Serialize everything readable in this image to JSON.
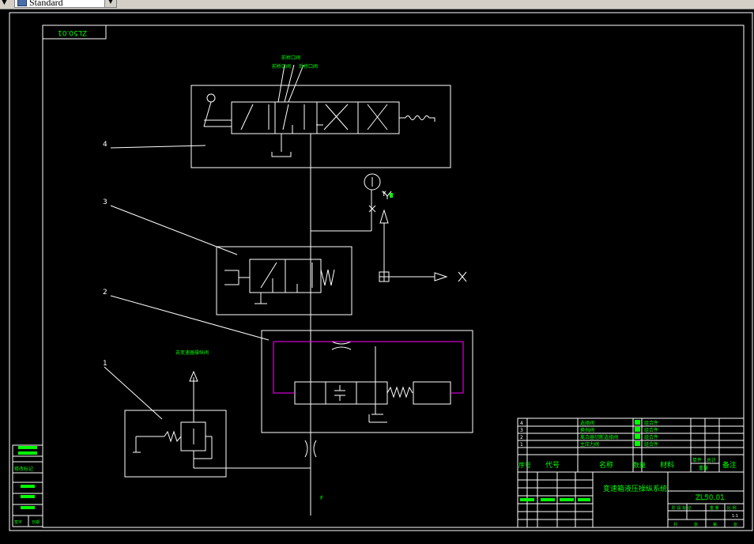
{
  "toolbar": {
    "style_combo_value": "Standard",
    "style_combo_icon": "text-style-icon"
  },
  "drawing": {
    "frame_tag": "ZL50.01",
    "callouts": [
      "4",
      "3",
      "2",
      "1"
    ],
    "valve4_ports": [
      "前桥口阀",
      "前桥口阀",
      "后桥口阀"
    ],
    "valve1_label": "去变速器操纵阀",
    "sensor_label": "Y",
    "axis_label": "X",
    "bottom_tag": "F"
  },
  "left_strip": {
    "labels": [
      "修改标记",
      "签字",
      "日期"
    ]
  },
  "title_block": {
    "parts": [
      {
        "no": "4",
        "name": "选择阀",
        "qty": "1",
        "material": "组合件"
      },
      {
        "no": "3",
        "name": "换挡阀",
        "qty": "1",
        "material": "组合件"
      },
      {
        "no": "2",
        "name": "离合器切断选择阀",
        "qty": "1",
        "material": "组合件"
      },
      {
        "no": "1",
        "name": "主压力阀",
        "qty": "1",
        "material": "组合件"
      }
    ],
    "headers": {
      "no": "序号",
      "code": "代号",
      "name": "名称",
      "qty": "数量",
      "material": "材料",
      "unit_weight": "单件",
      "total_weight": "总计",
      "weight": "重量",
      "remarks": "备注"
    },
    "drawing_title": "变速箱液压操纵系统",
    "drawing_no": "ZL50.01",
    "stage_row": [
      "阶 段 标 记",
      "重 量",
      "比 例"
    ],
    "scale": "1:1",
    "sheet_row": [
      "共",
      "张",
      "第",
      "张"
    ]
  },
  "colors": {
    "line": "#ffffff",
    "text_green": "#00ff00",
    "magenta": "#ff00ff",
    "background": "#000000",
    "window_chrome": "#d4d0c8"
  }
}
